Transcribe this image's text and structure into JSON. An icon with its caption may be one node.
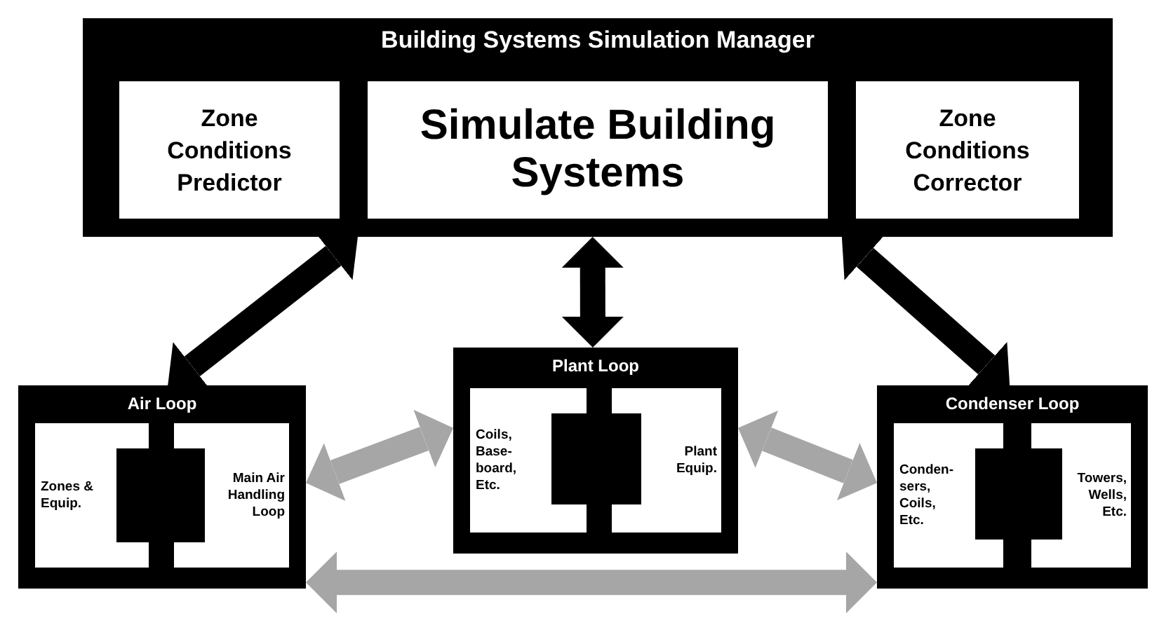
{
  "diagram": {
    "nodes": [
      {
        "text": [
          "Building Systems Simulation Manager"
        ]
      },
      {
        "text": [
          "Zone Conditions Predictor"
        ],
        "in": 0
      },
      {
        "text": [
          "Simulate Building Systems"
        ],
        "in": 0
      },
      {
        "text": [
          "Zone Conditions Corrector"
        ],
        "in": 0
      },
      {
        "text": [
          "Air Loop"
        ]
      },
      {
        "text": [
          "Zones & Equip."
        ],
        "in": 4
      },
      {
        "text": [
          "Main Air Handling Loop"
        ],
        "in": 4
      },
      {
        "text": [
          "Plant Loop"
        ]
      },
      {
        "text": [
          "Coils, Base-board, Etc."
        ],
        "in": 7
      },
      {
        "text": [
          "Plant Equip."
        ],
        "in": 7
      },
      {
        "text": [
          "Condenser Loop"
        ]
      },
      {
        "text": [
          "Conden-sers, Coils, Etc."
        ],
        "in": 10
      },
      {
        "text": [
          "Towers, Wells, Etc."
        ],
        "in": 10
      }
    ],
    "edges": [
      {
        "from": 0,
        "to": 4,
        "arrow": "both",
        "color": "#000000"
      },
      {
        "from": 0,
        "to": 7,
        "arrow": "both",
        "color": "#000000"
      },
      {
        "from": 0,
        "to": 10,
        "arrow": "both",
        "color": "#000000"
      },
      {
        "from": 4,
        "to": 7,
        "arrow": "both",
        "color": "#a6a6a6"
      },
      {
        "from": 7,
        "to": 10,
        "arrow": "both",
        "color": "#a6a6a6"
      },
      {
        "from": 4,
        "to": 10,
        "arrow": "both",
        "color": "#a6a6a6"
      }
    ]
  }
}
